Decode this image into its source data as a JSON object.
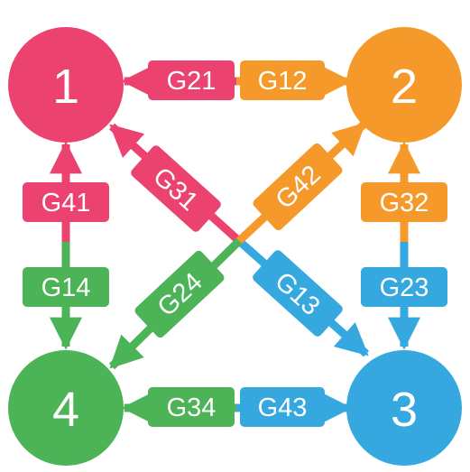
{
  "colors": {
    "node1": "#ec4270",
    "node2": "#f59a2a",
    "node3": "#35a9df",
    "node4": "#4cb356"
  },
  "nodes": [
    {
      "id": "1",
      "label": "1",
      "color": "#ec4270"
    },
    {
      "id": "2",
      "label": "2",
      "color": "#f59a2a"
    },
    {
      "id": "3",
      "label": "3",
      "color": "#35a9df"
    },
    {
      "id": "4",
      "label": "4",
      "color": "#4cb356"
    }
  ],
  "edges": [
    {
      "label": "G21",
      "from": "2",
      "to": "1",
      "color": "#ec4270"
    },
    {
      "label": "G12",
      "from": "1",
      "to": "2",
      "color": "#f59a2a"
    },
    {
      "label": "G41",
      "from": "4",
      "to": "1",
      "color": "#ec4270"
    },
    {
      "label": "G14",
      "from": "1",
      "to": "4",
      "color": "#4cb356"
    },
    {
      "label": "G32",
      "from": "3",
      "to": "2",
      "color": "#f59a2a"
    },
    {
      "label": "G23",
      "from": "2",
      "to": "3",
      "color": "#35a9df"
    },
    {
      "label": "G34",
      "from": "3",
      "to": "4",
      "color": "#4cb356"
    },
    {
      "label": "G43",
      "from": "4",
      "to": "3",
      "color": "#35a9df"
    },
    {
      "label": "G31",
      "from": "3",
      "to": "1",
      "color": "#ec4270"
    },
    {
      "label": "G13",
      "from": "1",
      "to": "3",
      "color": "#35a9df"
    },
    {
      "label": "G42",
      "from": "4",
      "to": "2",
      "color": "#f59a2a"
    },
    {
      "label": "G24",
      "from": "2",
      "to": "4",
      "color": "#4cb356"
    }
  ]
}
